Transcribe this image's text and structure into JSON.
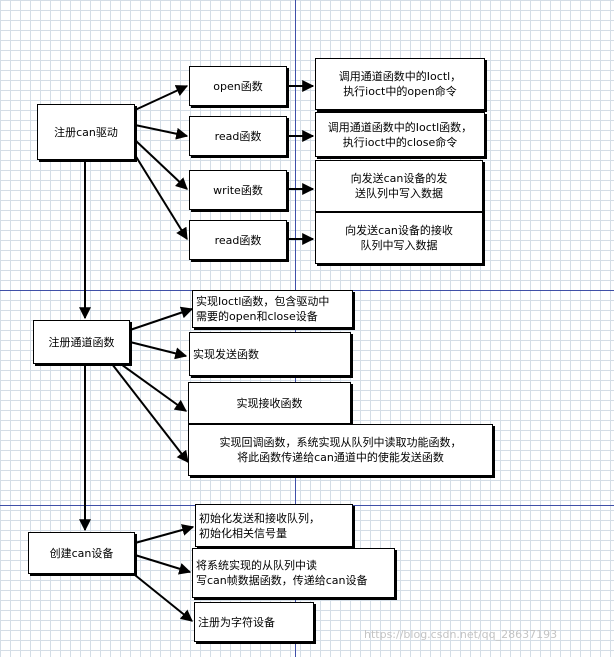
{
  "nodes": {
    "register_can_driver": "注册can驱动",
    "open_fn": "open函数",
    "open_desc": "调用通道函数中的Ioctl，\n执行ioct中的open命令",
    "read_fn": "read函数",
    "read_desc": "调用通道函数中的Ioctl函数，\n执行ioct中的close命令",
    "write_fn": "write函数",
    "write_desc": "向发送can设备的发\n送队列中写入数据",
    "read_fn_2": "read函数",
    "read_desc_2": "向发送can设备的接收\n队列中写入数据",
    "register_channel_fn": "注册通道函数",
    "impl_ioctl": "实现Ioctl函数，包含驱动中\n需要的open和close设备",
    "impl_send": "实现发送函数",
    "impl_recv": "实现接收函数",
    "impl_callback": "实现回调函数，系统实现从队列中读取功能函数，\n将此函数传递给can通道中的使能发送函数",
    "create_can_device": "创建can设备",
    "init_queues": "初始化发送和接收队列，\n初始化相关信号量",
    "pass_read_fn": "将系统实现的从队列中读\n写can帧数据函数，传递给can设备",
    "register_char_device": "注册为字符设备"
  },
  "watermark": "https://blog.csdn.net/qq_28637193"
}
